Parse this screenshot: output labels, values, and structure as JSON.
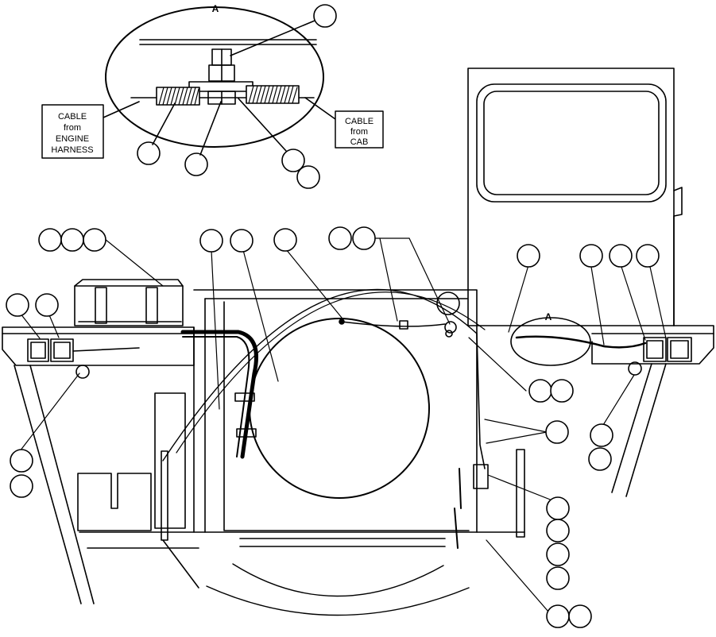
{
  "detail": {
    "view_letter": "A",
    "left_label": [
      "CABLE",
      "from",
      "ENGINE",
      "HARNESS"
    ],
    "right_label": [
      "CABLE",
      "from",
      "CAB"
    ]
  },
  "main": {
    "view_letter": "A"
  },
  "colors": {
    "ink": "#000000",
    "paper": "#ffffff"
  }
}
